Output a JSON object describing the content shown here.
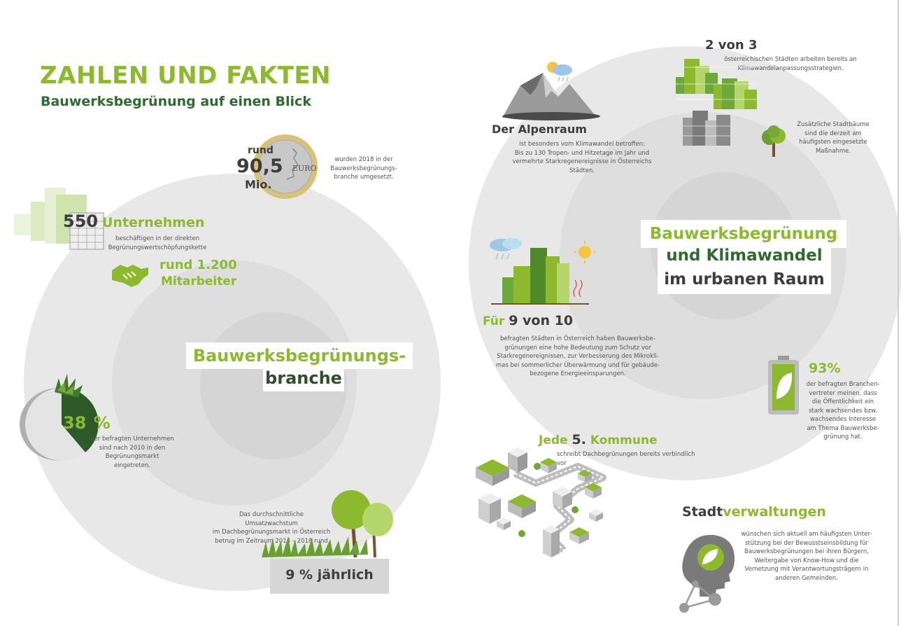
{
  "title": "ZAHLEN UND FAKTEN",
  "subtitle": "Bauwerksbegrünung auf einen Blick",
  "left": {
    "center_label_1": "Bauwerksbegrünungs-",
    "center_label_2": "branche",
    "revenue": {
      "prefix": "rund",
      "value": "90,5",
      "unit": "Mio.",
      "coin_text": "EURO",
      "text": [
        "wurden 2018 in der",
        "Bauwerksbegrünungs-",
        "branche umgesetzt."
      ]
    },
    "companies": {
      "value": "550",
      "label": "Unternehmen",
      "text": [
        "beschäftigen in der direkten",
        "Begrünungswertschöpfungskette"
      ]
    },
    "employees": {
      "prefix": "rund",
      "value": "1.200",
      "label": "Mitarbeiter"
    },
    "share": {
      "value": "38",
      "unit": "%",
      "text": [
        "der befragten Unternehmen",
        "sind nach 2010 in den",
        "Begrünungsmarkt eingetreten."
      ]
    },
    "growth": {
      "text": [
        "Das durchschnittliche Umsatzwachstum",
        "im Dachbegrünungsmarkt in Österreich",
        "betrug im Zeitraum 2014 – 2018 rund"
      ],
      "value": "9 % jährlich"
    }
  },
  "right": {
    "center_label_1": "Bauwerksbegrünung",
    "center_label_2": "und Klimawandel",
    "center_label_3": "im urbanen Raum",
    "cities_2of3": {
      "value": "2 von 3",
      "text": [
        "österreichischen Städten arbeiten bereits an",
        "Klimawandelanpassungsstrategien."
      ]
    },
    "alps": {
      "label": "Der Alpenraum",
      "text": [
        "ist besonders vom Klimawandel betroffen:",
        "Bis zu 130 Tropen- und Hitzetage im Jahr und",
        "vermehrte Starkregenereignisse in Österreichs",
        "Städten."
      ]
    },
    "trees": {
      "text": [
        "Zusätzliche Stadtbäume",
        "sind die derzeit am",
        "häufigsten eingesetzte",
        "Maßnahme."
      ]
    },
    "nine_of_ten": {
      "prefix": "Für",
      "value": "9 von 10",
      "text": [
        "befragten Städten in Österreich haben Bauwerksbe-",
        "grünungen eine hohe Bedeutung zum Schutz vor",
        "Starkregenereignissen, zur Verbesserung des Mikrokli-",
        "mas bei sommerlicher Überwärmung und für gebäude-",
        "bezogene Energieeinsparungen."
      ]
    },
    "percent93": {
      "value": "93%",
      "text": [
        "der befragten Branchen-",
        "vertreter meinen, dass",
        "die Öffentlichkeit ein",
        "stark wachsendes bzw.",
        "wachsendes Interesse",
        "am Thema Bauwerksbe-",
        "grünung hat."
      ]
    },
    "kommune": {
      "prefix": "Jede",
      "value": "5.",
      "label": "Kommune",
      "text": "schreibt Dachbegrünungen bereits verbindlich vor"
    },
    "stadtverwaltungen": {
      "label_dark": "Stadt",
      "label_green": "verwaltungen",
      "text": [
        "wünschen sich aktuell am häufigsten Unter-",
        "stützung bei der Bewusstseinsbildung für",
        "Bauwerksbegrünungen bei ihren Bürgern,",
        "Weitergabe von Know-How und die",
        "Vernetzung mit Verantwortungsträgern in",
        "anderen Gemeinden."
      ]
    }
  },
  "colors": {
    "green": "#8db92e",
    "darkgreen": "#2f6b2f",
    "grey_outer": "#e6e6e6",
    "grey_mid": "#dcdcdc",
    "grey_inner": "#d2d2d2"
  }
}
